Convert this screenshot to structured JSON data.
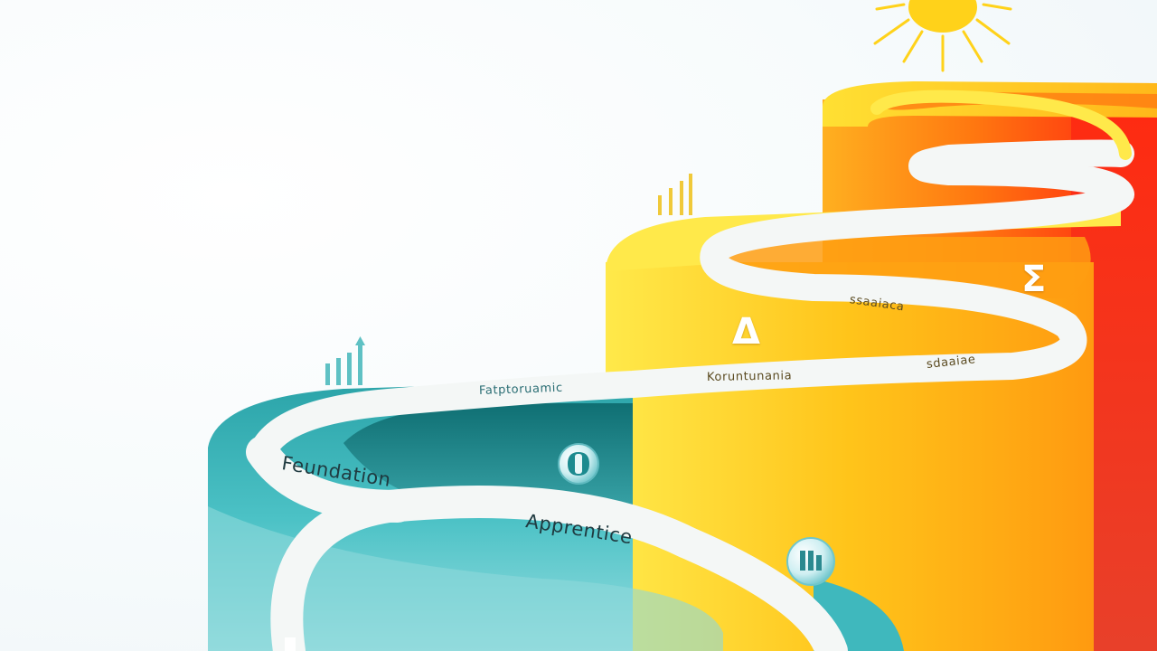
{
  "labels": {
    "foundation": "Feundation",
    "apprentice": "Apprentice",
    "upper_teal": "Fatptoruamic",
    "middle_yellow": "Koruntunania",
    "right_orange": "sdaaiae",
    "upper_yellow": "ssaaiaca"
  },
  "symbols": {
    "sigma": "Σ",
    "delta": "Δ"
  },
  "colors": {
    "teal": "#3fb8bd",
    "teal_dark": "#1c8a8f",
    "yellow": "#ffd21a",
    "orange": "#ff8a10",
    "red": "#ff1e10",
    "path": "#f4f7f6",
    "sun": "#ffd21a"
  }
}
